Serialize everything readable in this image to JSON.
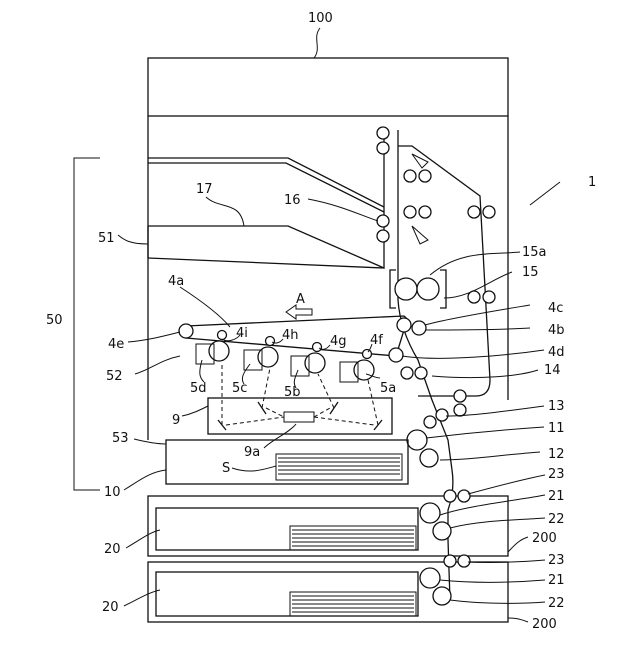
{
  "labels": {
    "l100": "100",
    "l1": "1",
    "l17": "17",
    "l16": "16",
    "l51": "51",
    "l15a": "15a",
    "l15": "15",
    "l4a": "4a",
    "lA": "A",
    "l50": "50",
    "l4c": "4c",
    "l4b": "4b",
    "l4e": "4e",
    "l4i": "4i",
    "l4h": "4h",
    "l4g": "4g",
    "l4f": "4f",
    "l4d": "4d",
    "l52": "52",
    "l5d": "5d",
    "l5c": "5c",
    "l5b": "5b",
    "l5a": "5a",
    "l14": "14",
    "l9": "9",
    "l13": "13",
    "l53": "53",
    "l11": "11",
    "l9a": "9a",
    "l12": "12",
    "lS": "S",
    "l10": "10",
    "l23a": "23",
    "l21a": "21",
    "l22a": "22",
    "l200a": "200",
    "l20a": "20",
    "l23b": "23",
    "l21b": "21",
    "l22b": "22",
    "l20b": "20",
    "l200b": "200"
  }
}
